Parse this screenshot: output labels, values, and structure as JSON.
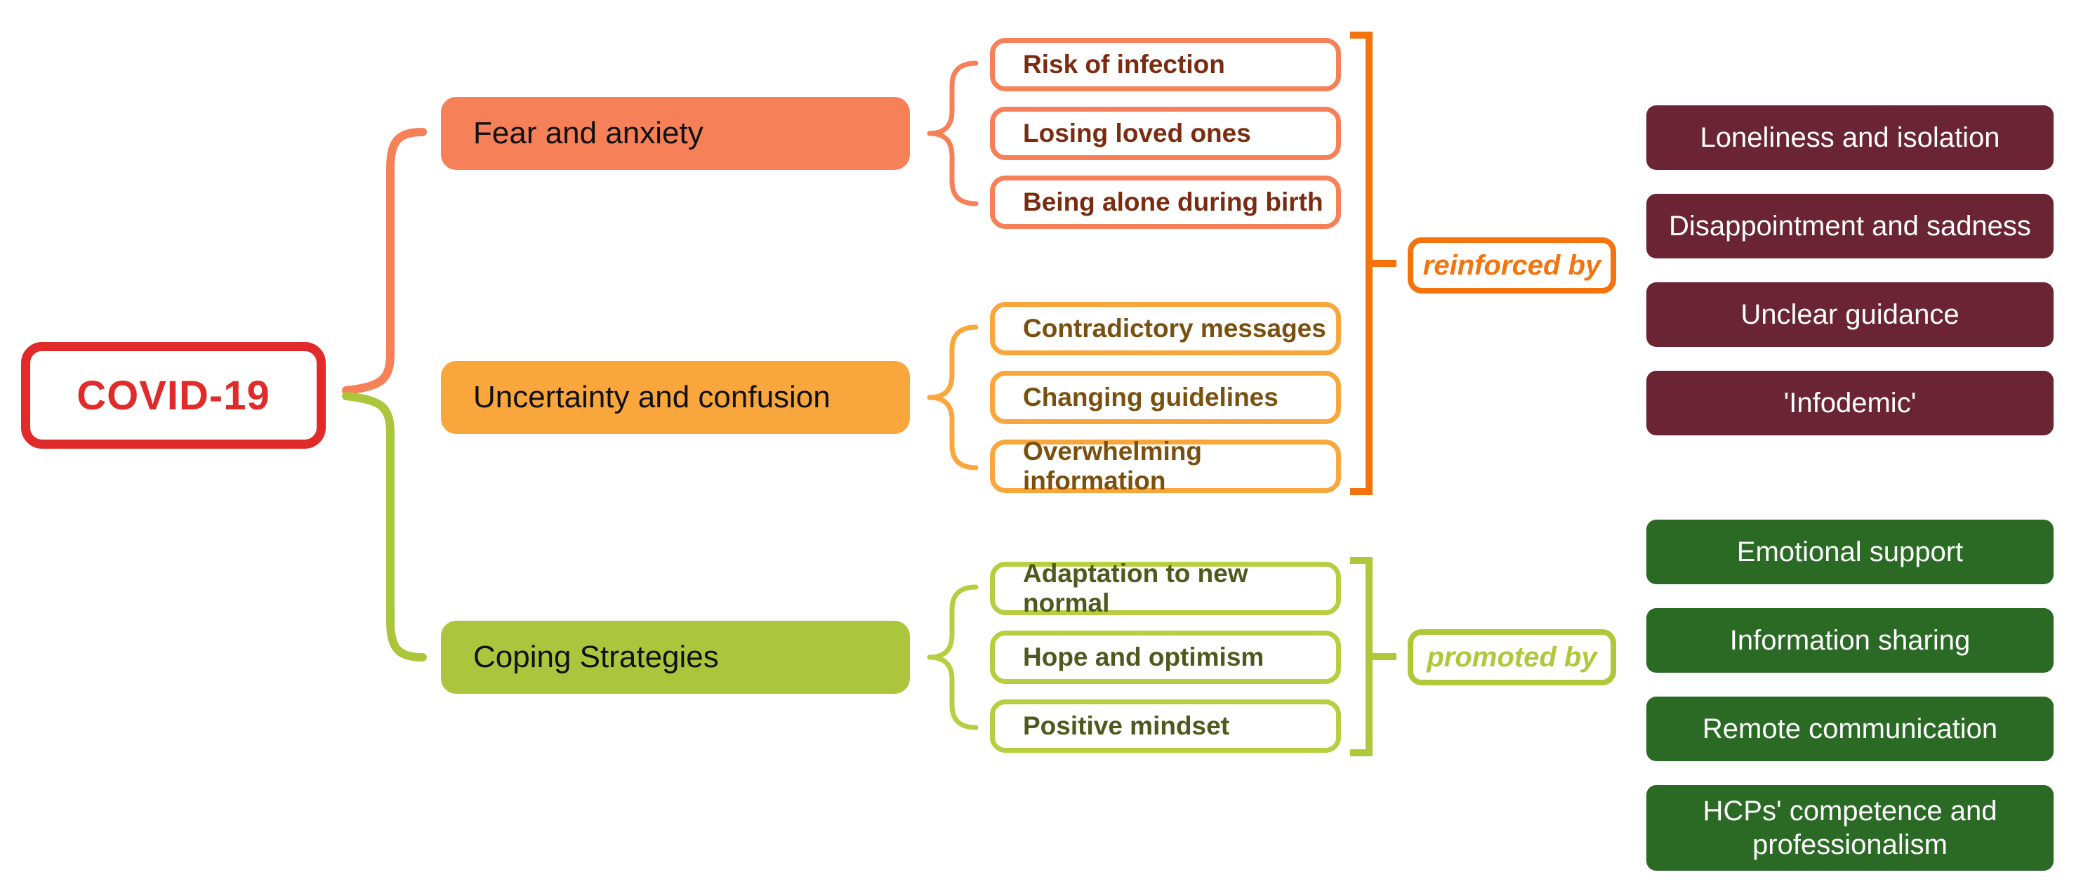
{
  "diagram": {
    "title_note": "COVID-19 experiences mind map",
    "root": {
      "label": "COVID-19",
      "color": "#E12A2A"
    },
    "branches": [
      {
        "label": "Fear and anxiety",
        "color": "#F68057",
        "children": [
          {
            "label": "Risk of infection"
          },
          {
            "label": "Losing loved ones"
          },
          {
            "label": "Being alone during birth"
          }
        ]
      },
      {
        "label": "Uncertainty and confusion",
        "color": "#F9A63C",
        "children": [
          {
            "label": "Contradictory messages"
          },
          {
            "label": "Changing guidelines"
          },
          {
            "label": "Overwhelming information"
          }
        ]
      },
      {
        "label": "Coping Strategies",
        "color": "#ABC53C",
        "children": [
          {
            "label": "Adaptation to new normal"
          },
          {
            "label": "Hope and optimism"
          },
          {
            "label": "Positive mindset"
          }
        ]
      }
    ],
    "reinforced_by": {
      "label": "reinforced by",
      "color": "#F4730D",
      "box_color": "#6B2433",
      "items": [
        {
          "label": "Loneliness and isolation"
        },
        {
          "label": "Disappointment and sadness"
        },
        {
          "label": "Unclear guidance"
        },
        {
          "label": "'Infodemic'"
        }
      ]
    },
    "promoted_by": {
      "label": "promoted by",
      "color": "#ADC93A",
      "box_color": "#2A6A24",
      "items": [
        {
          "label": "Emotional support"
        },
        {
          "label": "Information sharing"
        },
        {
          "label": "Remote communication"
        },
        {
          "label": "HCPs' competence and professionalism"
        }
      ]
    }
  }
}
